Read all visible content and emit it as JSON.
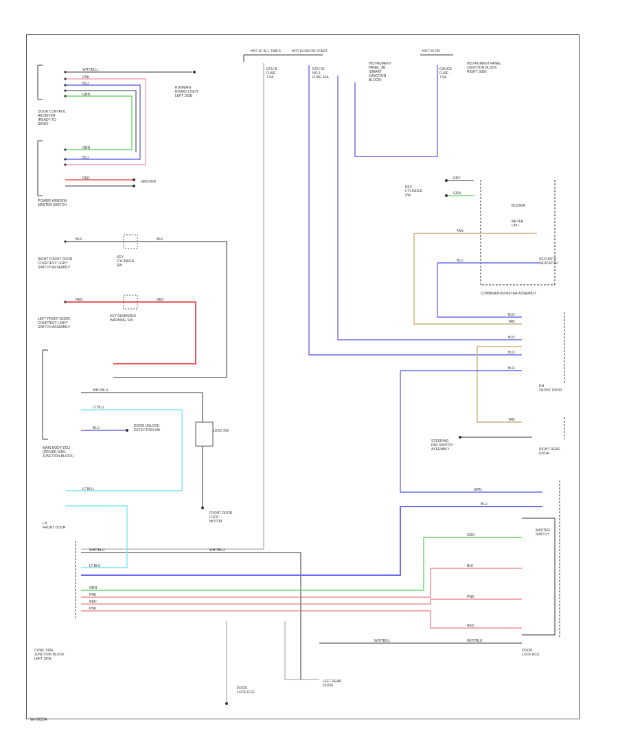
{
  "diagram": {
    "footer_code": "W-00264",
    "colors": {
      "wire_black": "#333333",
      "wire_blue": "#6a6aee",
      "wire_pink": "#f2a0b8",
      "wire_red": "#e85a5a",
      "wire_green": "#6ed36e",
      "wire_cyan": "#7ee6ee",
      "wire_tan": "#c8b078",
      "wire_gray": "#9a9a9a",
      "frame": "#555555"
    },
    "labels": {
      "top_fuse_a": "HOT AT ALL TIMES",
      "top_fuse_b": "HOT IN ON OR START",
      "top_fuse_c": "HOT IN ON",
      "fuse_1": "ECU-B\nFUSE\n7.5A",
      "fuse_2": "ECU-IG\nNO.1\nFUSE 10A",
      "fuse_3": "GAUGE\nFUSE\n7.5A",
      "relay_box": "INSTRUMENT\nPANEL J/B\n(SMART\nJUNCTION\nBLOCK)",
      "dome": "RUNNING\nBOARD LIGHT\nLEFT SIDE",
      "door_ctrl_rx": "DOOR CONTROL\nRECEIVER\n(READY TO\nSEND)",
      "key_cyl_sw": "KEY\nCYLINDER\nSW",
      "front_door_lock": "FRONT DOOR\nLOCK\nMOTOR",
      "right_door": "RIGHT FRONT DOOR\nCOURTESY LIGHT\nSWITCH ASSEMBLY",
      "left_door": "LEFT FRONT DOOR\nCOURTESY LIGHT\nSWITCH ASSEMBLY",
      "key_reminder": "KEY REMINDER\nWARNING SW",
      "combination_meter": "COMBINATION METER ASSEMBLY",
      "meter_right": "METER\nCPU",
      "buzzer": "BUZZER",
      "master_sw": "MASTER\nSWITCH",
      "main_body_ecu": "MAIN BODY ECU\n(DRIVER SIDE\nJUNCTION BLOCK)",
      "cowl_side": "COWL SIDE\nJUNCTION BLOCK\nLEFT SIDE",
      "instrument_rh": "INSTRUMENT PANEL\nJUNCTION BLOCK\nRIGHT SIDE",
      "door_ecu": "DOOR\nLOCK ECU",
      "lock_sw": "LOCK SW",
      "lh_door": "LH\nFRONT DOOR",
      "rh_door": "RH\nFRONT DOOR",
      "steering": "STEERING\nPAD SWITCH\nASSEMBLY",
      "ground_a": "GROUND",
      "door_unlock": "DOOR UNLOCK\nDETECTION SW",
      "power_window": "POWER WINDOW\nMASTER SWITCH",
      "rear_left": "LEFT REAR\nDOOR",
      "rear_right": "RIGHT REAR\nDOOR",
      "security": "SECURITY\nINDICATOR"
    },
    "wire_tags": {
      "w1": "WHT/BLU",
      "w2": "BLU",
      "w3": "PNK",
      "w4": "GRN",
      "w5": "RED",
      "w6": "BLK",
      "w7": "LT BLU",
      "w8": "TAN",
      "w9": "GRY"
    }
  }
}
